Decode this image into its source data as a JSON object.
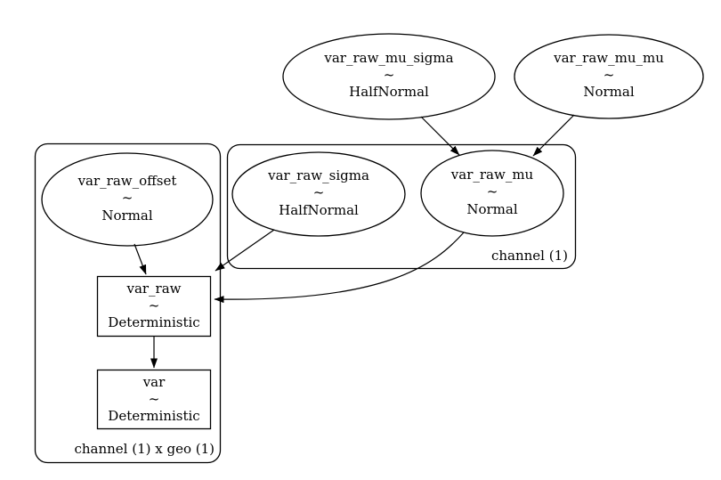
{
  "colors": {
    "background": "#ffffff",
    "line": "#000000",
    "text": "#000000"
  },
  "clusters": [
    {
      "id": "channel_x_geo",
      "label": "channel (1) x geo (1)"
    },
    {
      "id": "channel",
      "label": "channel (1)"
    }
  ],
  "nodes": {
    "var_raw_mu_sigma": {
      "name": "var_raw_mu_sigma",
      "op": "~",
      "dist": "HalfNormal",
      "shape": "ellipse"
    },
    "var_raw_mu_mu": {
      "name": "var_raw_mu_mu",
      "op": "~",
      "dist": "Normal",
      "shape": "ellipse"
    },
    "var_raw_offset": {
      "name": "var_raw_offset",
      "op": "~",
      "dist": "Normal",
      "shape": "ellipse"
    },
    "var_raw_sigma": {
      "name": "var_raw_sigma",
      "op": "~",
      "dist": "HalfNormal",
      "shape": "ellipse"
    },
    "var_raw_mu": {
      "name": "var_raw_mu",
      "op": "~",
      "dist": "Normal",
      "shape": "ellipse"
    },
    "var_raw": {
      "name": "var_raw",
      "op": "~",
      "dist": "Deterministic",
      "shape": "box"
    },
    "var": {
      "name": "var",
      "op": "~",
      "dist": "Deterministic",
      "shape": "box"
    }
  },
  "edges": [
    {
      "from": "var_raw_mu_sigma",
      "to": "var_raw_mu"
    },
    {
      "from": "var_raw_mu_mu",
      "to": "var_raw_mu"
    },
    {
      "from": "var_raw_offset",
      "to": "var_raw"
    },
    {
      "from": "var_raw_sigma",
      "to": "var_raw"
    },
    {
      "from": "var_raw_mu",
      "to": "var_raw"
    },
    {
      "from": "var_raw",
      "to": "var"
    }
  ]
}
